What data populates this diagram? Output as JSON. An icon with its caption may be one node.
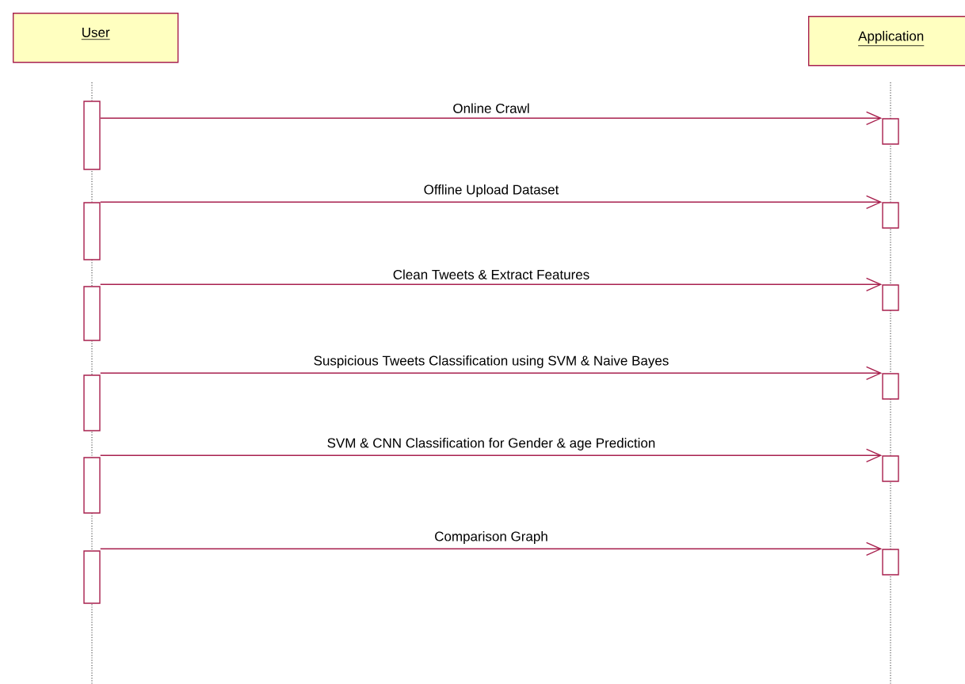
{
  "diagram": {
    "nodes": [
      {
        "text": [
          "User"
        ]
      },
      {
        "text": [
          "Application"
        ]
      },
      {
        "text": [],
        "shape": "bar"
      },
      {
        "text": [],
        "shape": "bar"
      },
      {
        "text": [],
        "shape": "bar"
      },
      {
        "text": [],
        "shape": "bar"
      },
      {
        "text": [],
        "shape": "bar"
      },
      {
        "text": [],
        "shape": "bar"
      },
      {
        "text": [],
        "shape": "bar"
      },
      {
        "text": [],
        "shape": "bar"
      },
      {
        "text": [],
        "shape": "bar"
      },
      {
        "text": [],
        "shape": "bar"
      },
      {
        "text": [],
        "shape": "bar"
      },
      {
        "text": [],
        "shape": "bar"
      }
    ],
    "edges": [
      {
        "from": 2,
        "to": 8,
        "arrow": "to",
        "label": "Online Crawl"
      },
      {
        "from": 3,
        "to": 9,
        "arrow": "to",
        "label": "Offline Upload Dataset"
      },
      {
        "from": 4,
        "to": 10,
        "arrow": "to",
        "label": "Clean Tweets & Extract Features"
      },
      {
        "from": 5,
        "to": 11,
        "arrow": "to",
        "label": "Suspicious Tweets Classification using SVM & Naive Bayes"
      },
      {
        "from": 6,
        "to": 12,
        "arrow": "to",
        "label": "SVM & CNN Classification for Gender & age Prediction"
      },
      {
        "from": 7,
        "to": 13,
        "arrow": "to",
        "label": "Comparison Graph"
      }
    ]
  }
}
